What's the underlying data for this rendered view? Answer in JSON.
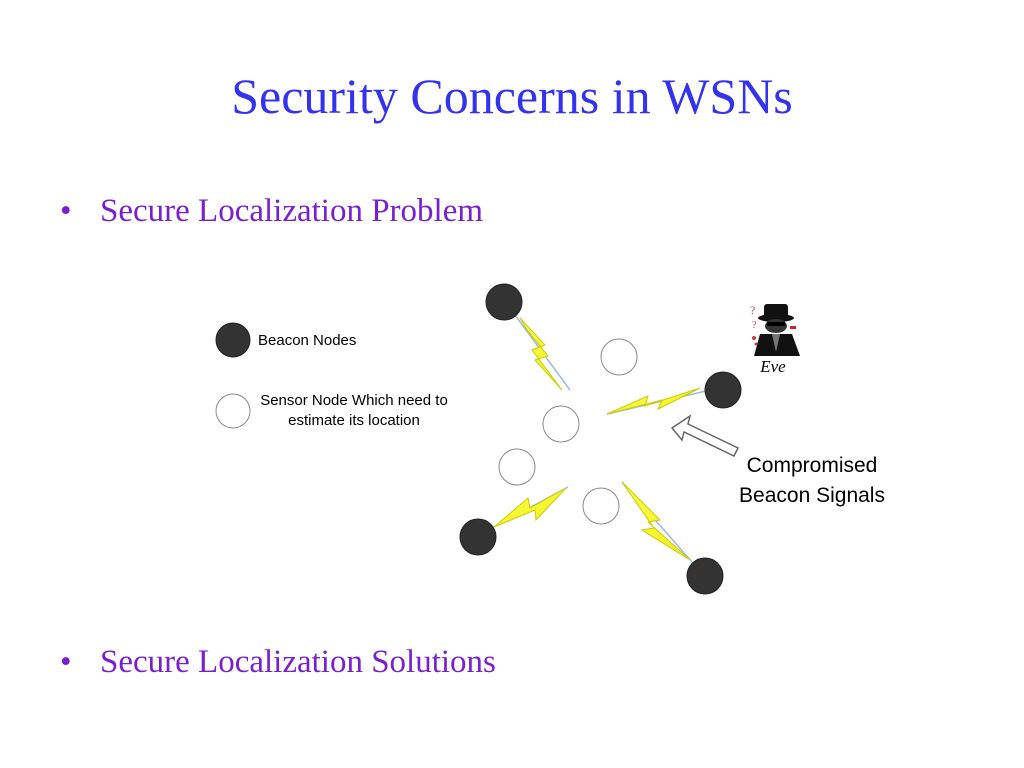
{
  "slide": {
    "title": "Security Concerns in WSNs",
    "bullets": [
      {
        "marker": "•",
        "text": "Secure Localization Problem"
      },
      {
        "marker": "•",
        "text": "Secure Localization Solutions"
      }
    ]
  },
  "diagram": {
    "legend": {
      "beacon_label": "Beacon Nodes",
      "sensor_label": "Sensor Node Which need to estimate its location"
    },
    "callout": {
      "line1": "Compromised",
      "line2": "Beacon Signals"
    },
    "attacker": {
      "label": "Eve",
      "icon": "spy-icon"
    },
    "colors": {
      "title": "#3333ee",
      "bullets": "#7a1fcf",
      "beacon_fill": "#333333",
      "lightning": "#ffff33"
    }
  }
}
